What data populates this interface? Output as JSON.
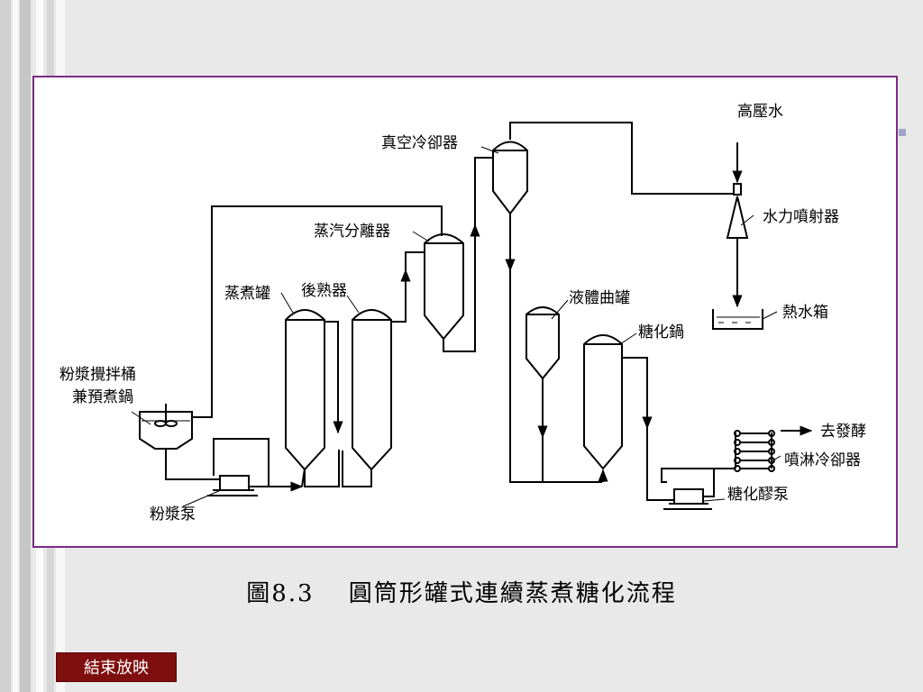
{
  "diagram": {
    "labels": {
      "high_pressure_water": "高壓水",
      "vacuum_cooler": "真空冷卻器",
      "water_ejector": "水力噴射器",
      "steam_separator": "蒸汽分離器",
      "cooking_tank": "蒸煮罐",
      "after_ripener": "後熟器",
      "liquid_koji_tank": "液體曲罐",
      "hot_water_tank": "熱水箱",
      "saccharification_pot": "糖化鍋",
      "slurry_mixer_line1": "粉漿攪拌桶",
      "slurry_mixer_line2": "兼預煮鍋",
      "to_fermentation": "去發酵",
      "spray_cooler": "噴淋冷卻器",
      "slurry_pump": "粉漿泵",
      "mash_pump": "糖化醪泵"
    }
  },
  "caption": "圖8.3　 圓筒形罐式連續蒸煮糖化流程",
  "end_button": "結束放映",
  "colors": {
    "border": "#7b2b83",
    "end_button_bg": "#7f0e0e",
    "background": "#e9e9e9"
  }
}
